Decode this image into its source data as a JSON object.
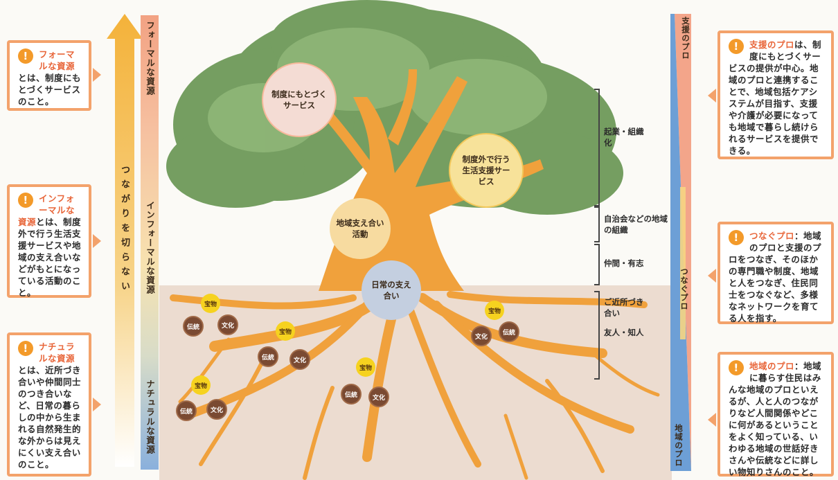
{
  "callouts_left": [
    {
      "em": "フォーマルな資源",
      "rest": "とは、制度にもとづくサービスのこと。"
    },
    {
      "em": "インフォーマルな資源",
      "rest": "とは、制度外で行う生活支援サービスや地域の支え合いなどがもとになっている活動のこと。"
    },
    {
      "em": "ナチュラルな資源",
      "rest": "とは、近所づき合いや仲間同士のつき合いなど、日常の暮らしの中から生まれる自然発生的な外からは見えにくい支え合いのこと。"
    }
  ],
  "callouts_right": [
    {
      "em": "支援のプロ",
      "rest": "は、制度にもとづくサービスの提供が中心。地域のプロと連携することで、地域包括ケアシステムが目指す、支援や介護が必要になっても地域で暮らし続けられるサービスを提供できる。"
    },
    {
      "em": "つなぐプロ",
      "rest": "：地域のプロと支援のプロをつなぎ、そのほかの専門職や制度、地域と人をつなぎ、住民同士をつなぐなど、多様なネットワークを育てる人を指す。"
    },
    {
      "em": "地域のプロ",
      "rest": "：地域に暮らす住民はみんな地域のプロといえるが、人と人のつながりなど人間関係やどこに何があるということをよく知っている、いわゆる地域の世話好きさんや伝統などに詳しい物知りさんのこと。"
    }
  ],
  "arrow_text": "つながりを切らない",
  "resource_labels": [
    "フォーマルな資源",
    "インフォーマルな資源",
    "ナチュラルな資源"
  ],
  "pro_labels": [
    "支援のプロ",
    "つなぐプロ",
    "地域のプロ"
  ],
  "tree_bubbles": [
    "制度にもとづくサービス",
    "制度外で行う生活支援サービス",
    "地域支え合い活動",
    "日常の支え合い"
  ],
  "side_labels": [
    "起業・組織化",
    "自治会などの地域の組織",
    "仲間・有志",
    "ご近所づき合い",
    "友人・知人"
  ],
  "root_chips": {
    "treasure": "宝物",
    "tradition": "伝統",
    "culture": "文化"
  }
}
